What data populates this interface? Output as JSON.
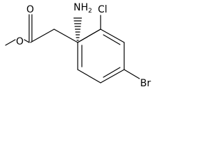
{
  "molecule": {
    "labels": {
      "carbonyl_oxygen": "O",
      "ester_oxygen": "O",
      "amine_n": "NH",
      "amine_h_count": "2",
      "chlorine": "Cl",
      "bromine": "Br"
    }
  }
}
